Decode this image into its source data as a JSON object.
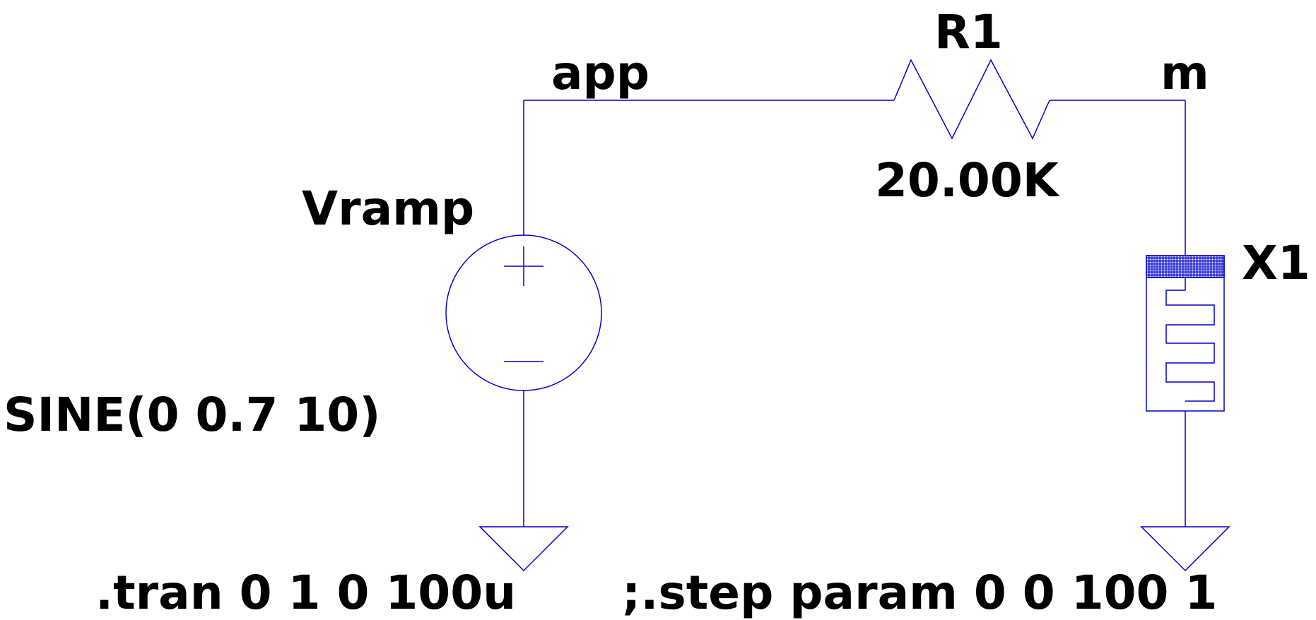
{
  "schematic": {
    "nets": {
      "node_app": "app",
      "node_m": "m"
    },
    "resistor": {
      "name": "R1",
      "value": "20.00K"
    },
    "voltage_source": {
      "name": "Vramp",
      "value": "SINE(0 0.7 10)"
    },
    "device": {
      "name": "X1"
    },
    "directives": {
      "tran": ".tran 0 1 0 100u",
      "step": ";.step param 0 0 100 1"
    },
    "colors": {
      "wire": "#0000cc",
      "text": "#000000",
      "background": "#ffffff"
    }
  }
}
